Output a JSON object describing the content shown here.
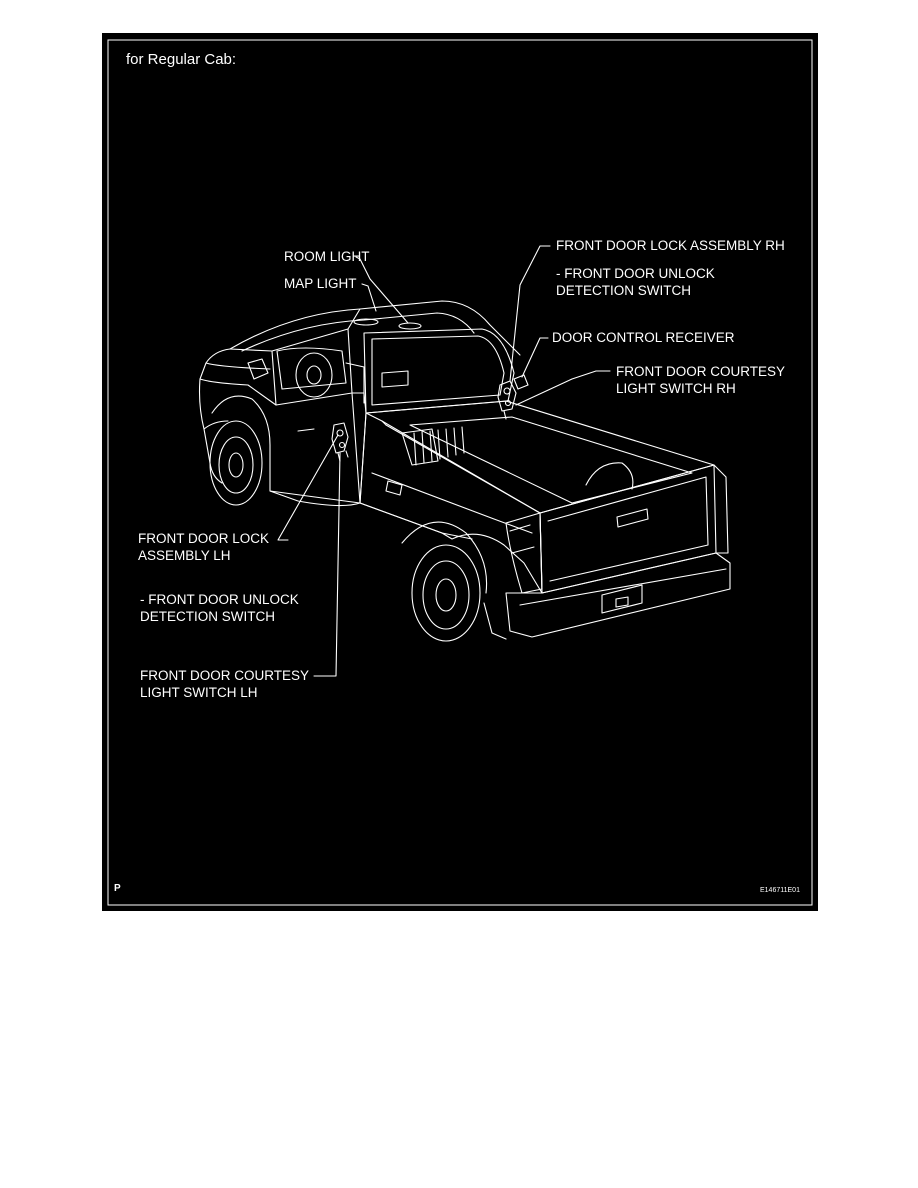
{
  "diagram": {
    "title": "for Regular Cab:",
    "page_letter": "P",
    "figure_code": "E146711E01",
    "labels": {
      "room_light": "ROOM LIGHT",
      "map_light": "MAP LIGHT",
      "front_door_lock_rh": "FRONT DOOR LOCK ASSEMBLY RH",
      "unlock_switch_rh_line1": "- FRONT DOOR UNLOCK",
      "unlock_switch_rh_line2": "DETECTION SWITCH",
      "door_control_receiver": "DOOR CONTROL RECEIVER",
      "courtesy_rh_line1": "FRONT DOOR COURTESY",
      "courtesy_rh_line2": "LIGHT SWITCH RH",
      "front_door_lock_lh_line1": "FRONT DOOR LOCK",
      "front_door_lock_lh_line2": "ASSEMBLY LH",
      "unlock_switch_lh_line1": "- FRONT DOOR UNLOCK",
      "unlock_switch_lh_line2": "DETECTION SWITCH",
      "courtesy_lh_line1": "FRONT DOOR COURTESY",
      "courtesy_lh_line2": "LIGHT SWITCH LH"
    },
    "colors": {
      "background": "#000000",
      "linework": "#ffffff",
      "page": "#ffffff"
    }
  }
}
